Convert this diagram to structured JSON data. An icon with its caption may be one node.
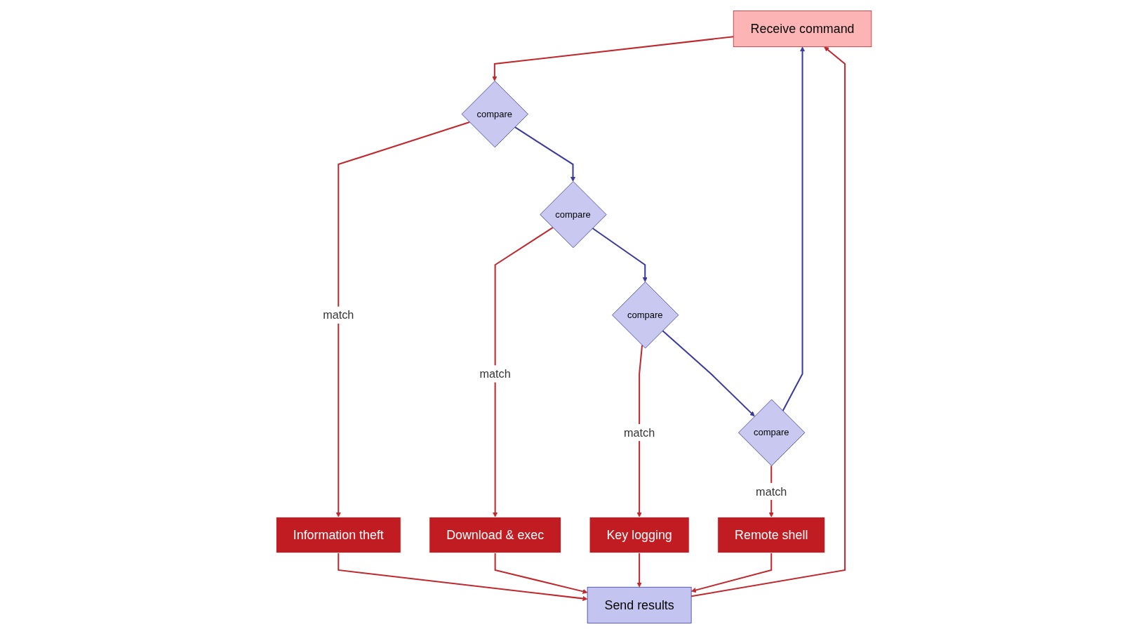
{
  "diagram": {
    "nodes": [
      {
        "text": [
          "Receive command"
        ]
      },
      {
        "text": [
          "Send results"
        ]
      },
      {
        "text": [
          "compare"
        ]
      },
      {
        "text": [
          "Information theft"
        ]
      },
      {
        "text": [
          "compare"
        ]
      },
      {
        "text": [
          "Download & exec"
        ]
      },
      {
        "text": [
          "compare"
        ]
      },
      {
        "text": [
          "Key logging"
        ]
      },
      {
        "text": [
          "compare"
        ]
      },
      {
        "text": [
          "Remote shell"
        ]
      }
    ],
    "edges": [
      {
        "from": 1,
        "to": 0,
        "arrow": "to"
      },
      {
        "from": 0,
        "to": 2,
        "arrow": "to"
      },
      {
        "from": 2,
        "to": 3,
        "arrow": "to",
        "label": "match"
      },
      {
        "from": 2,
        "to": 4,
        "arrow": "to",
        "color": "#3a3a9e"
      },
      {
        "from": 4,
        "to": 5,
        "arrow": "to",
        "label": "match"
      },
      {
        "from": 4,
        "to": 6,
        "arrow": "to",
        "color": "#3a3a9e"
      },
      {
        "from": 6,
        "to": 7,
        "arrow": "to",
        "label": "match"
      },
      {
        "from": 6,
        "to": 8,
        "arrow": "to",
        "color": "#3a3a9e"
      },
      {
        "from": 8,
        "to": 9,
        "arrow": "to",
        "label": "match"
      },
      {
        "from": 8,
        "to": 0,
        "arrow": "to",
        "color": "#3a3a9e"
      },
      {
        "from": 3,
        "to": 1,
        "arrow": "to"
      },
      {
        "from": 5,
        "to": 1,
        "arrow": "to"
      },
      {
        "from": 7,
        "to": 1,
        "arrow": "to"
      },
      {
        "from": 9,
        "to": 1,
        "arrow": "to"
      }
    ]
  }
}
